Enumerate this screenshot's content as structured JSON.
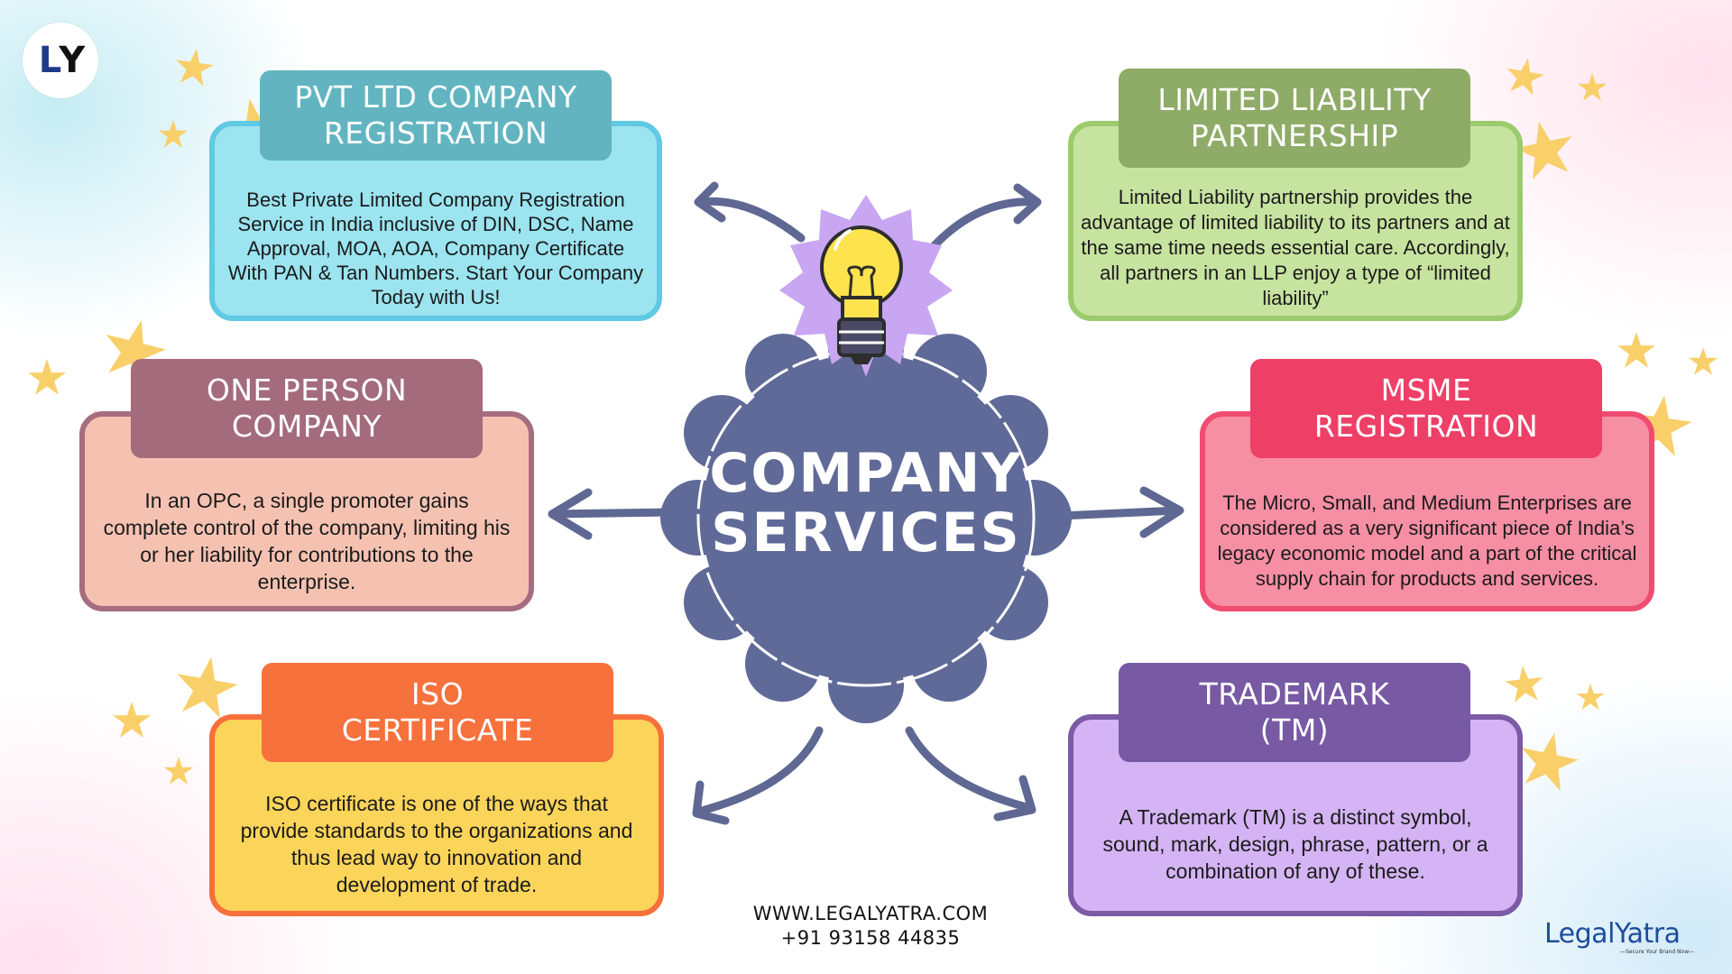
{
  "logo": {
    "left": "L",
    "right": "Y"
  },
  "center": {
    "line1": "COMPANY",
    "line2": "SERVICES"
  },
  "cards": [
    {
      "title1": "PVT LTD COMPANY",
      "title2": "REGISTRATION",
      "body": "Best Private Limited Company Registration Service in India inclusive of DIN, DSC, Name Approval, MOA, AOA, Company Certificate With PAN & Tan Numbers. Start Your Company Today with Us!"
    },
    {
      "title1": "LIMITED LIABILITY",
      "title2": "PARTNERSHIP",
      "body": "Limited Liability partnership provides the advantage of limited liability to its partners and at the same time needs essential care. Accordingly, all partners in an LLP enjoy a type of “limited liability”"
    },
    {
      "title1": "ONE PERSON",
      "title2": "COMPANY",
      "body": "In an OPC, a single promoter gains complete control of the company, limiting his or her liability for contributions to the enterprise."
    },
    {
      "title1": "MSME",
      "title2": "REGISTRATION",
      "body": "The Micro, Small, and Medium Enterprises are considered as a very significant piece of India’s legacy economic model and a part of the critical supply chain for products and services."
    },
    {
      "title1": "ISO",
      "title2": "CERTIFICATE",
      "body": "ISO certificate is one of the ways that provide standards to the organizations and thus lead way to innovation and development of trade."
    },
    {
      "title1": "TRADEMARK",
      "title2": "(TM)",
      "body": "A Trademark (TM) is a distinct symbol, sound, mark, design, phrase, pattern, or a combination of any of these."
    }
  ],
  "footer": {
    "website": "WWW.LEGALYATRA.COM",
    "phone": "+91 93158 44835"
  },
  "brand": {
    "name": "LegalYatra",
    "tagline": "—Secure Your Brand Now—"
  },
  "colors": {
    "center_badge": "#606a98",
    "bulb_burst": "#c8a6f2",
    "arrow": "#5f6893",
    "star": "#f9cf6a"
  }
}
